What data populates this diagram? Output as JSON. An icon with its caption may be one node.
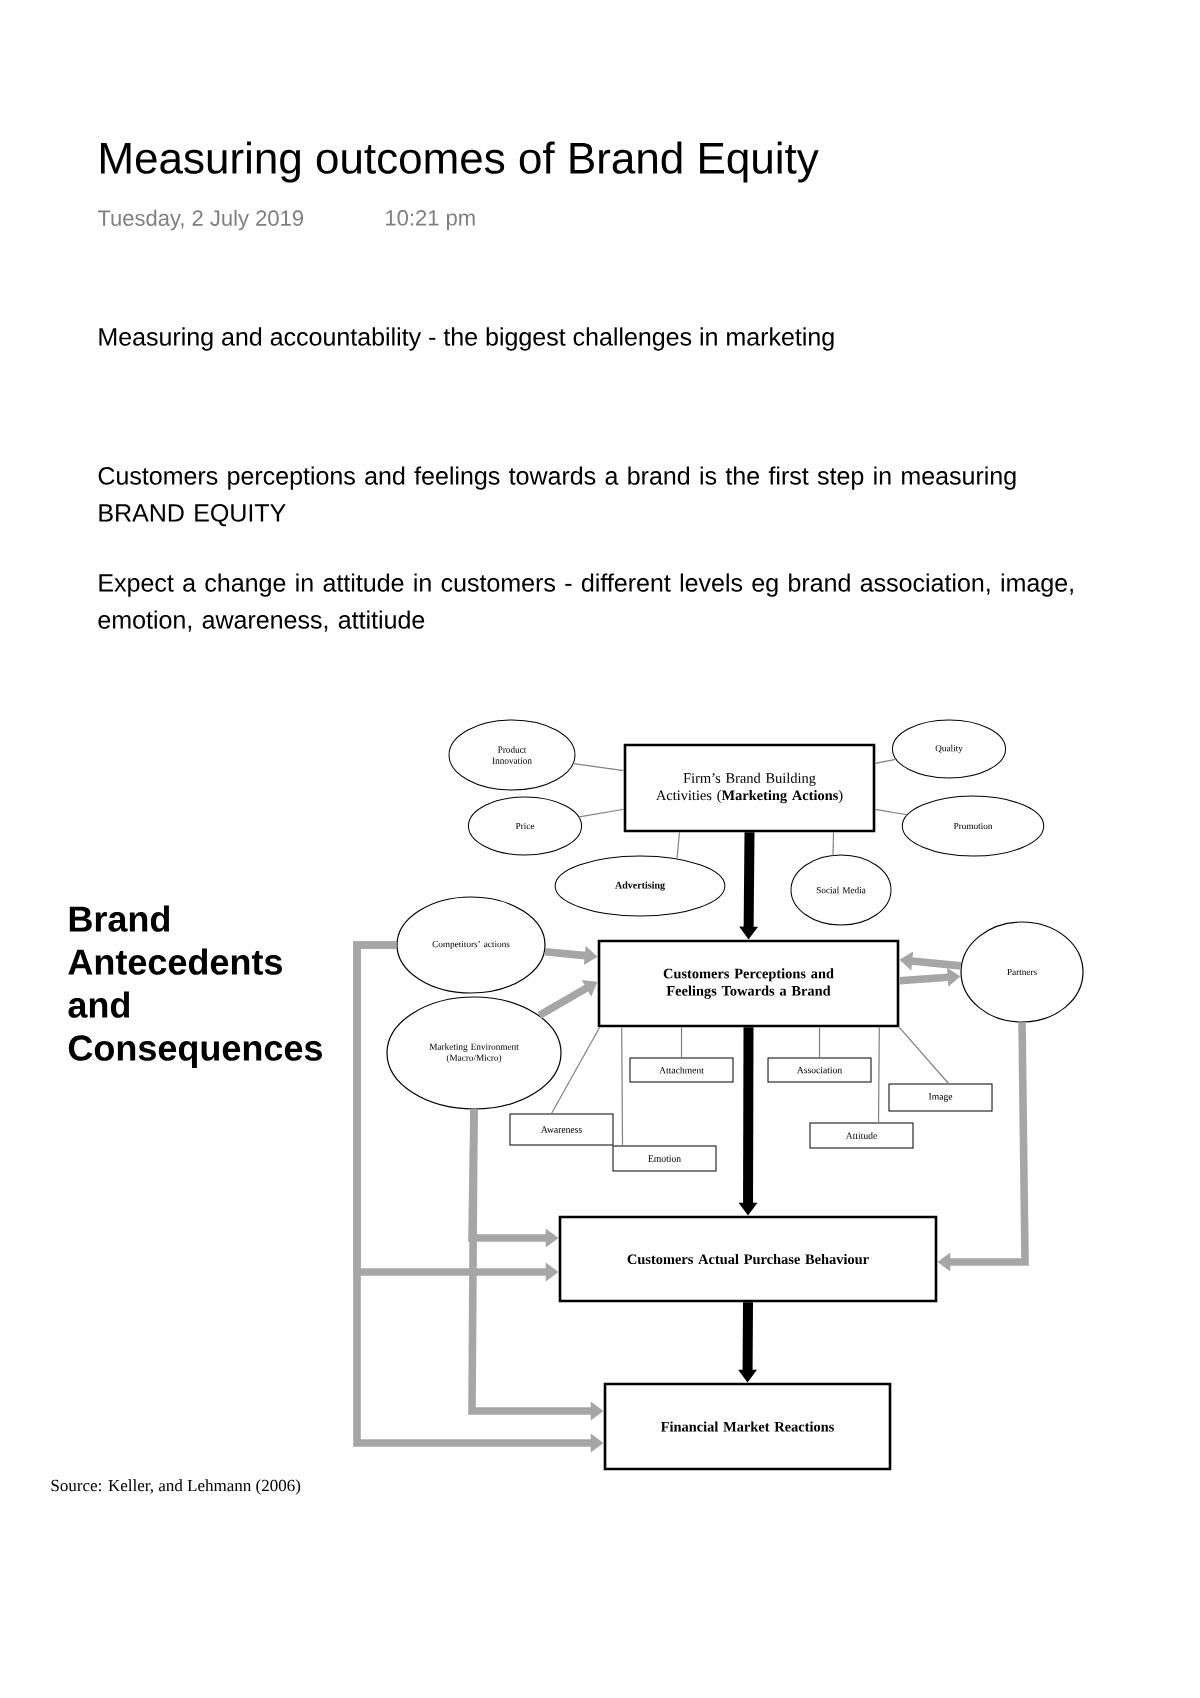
{
  "diagram": {
    "title": "Measuring outcomes of Brand Equity",
    "caption": "Source: Keller, and Lehmann (2006)",
    "nodes": [
      {
        "text": [
          "Firm’s Brand Building Activities (**Marketing Actions**)"
        ]
      },
      {
        "text": [
          "Product Innovation"
        ]
      },
      {
        "text": [
          "Price"
        ]
      },
      {
        "text": [
          "Advertising"
        ]
      },
      {
        "text": [
          "Social Media"
        ]
      },
      {
        "text": [
          "Quality"
        ]
      },
      {
        "text": [
          "Promotion"
        ]
      },
      {
        "text": [
          "Customers Perceptions and Feelings Towards a Brand"
        ]
      },
      {
        "text": [
          "Competitors’ actions"
        ]
      },
      {
        "text": [
          "Marketing Environment (Macro/Micro)"
        ]
      },
      {
        "text": [
          "Partners"
        ]
      },
      {
        "text": [
          "Attachment"
        ]
      },
      {
        "text": [
          "Association"
        ]
      },
      {
        "text": [
          "Image"
        ]
      },
      {
        "text": [
          "Awareness"
        ]
      },
      {
        "text": [
          "Emotion"
        ]
      },
      {
        "text": [
          "Attitude"
        ]
      },
      {
        "text": [
          "Customers Actual Purchase Behaviour"
        ]
      },
      {
        "text": [
          "Financial Market Reactions"
        ]
      }
    ],
    "edges": [
      {
        "from": 1,
        "to": 0,
        "arrow": "none"
      },
      {
        "from": 2,
        "to": 0,
        "arrow": "none"
      },
      {
        "from": 3,
        "to": 0,
        "arrow": "none"
      },
      {
        "from": 4,
        "to": 0,
        "arrow": "none"
      },
      {
        "from": 5,
        "to": 0,
        "arrow": "none"
      },
      {
        "from": 6,
        "to": 0,
        "arrow": "none"
      },
      {
        "from": 0,
        "to": 7,
        "arrow": "to",
        "style": "thick",
        "color": "#000000"
      },
      {
        "from": 8,
        "to": 7,
        "arrow": "to",
        "style": "thick",
        "color": "#a6a6a6"
      },
      {
        "from": 9,
        "to": 7,
        "arrow": "to",
        "style": "thick",
        "color": "#a6a6a6"
      },
      {
        "from": 7,
        "to": 10,
        "arrow": "to",
        "style": "thick",
        "color": "#a6a6a6"
      },
      {
        "from": 10,
        "to": 7,
        "arrow": "to",
        "style": "thick",
        "color": "#a6a6a6"
      },
      {
        "from": 7,
        "to": 11,
        "arrow": "none"
      },
      {
        "from": 7,
        "to": 12,
        "arrow": "none"
      },
      {
        "from": 7,
        "to": 13,
        "arrow": "none"
      },
      {
        "from": 7,
        "to": 14,
        "arrow": "none"
      },
      {
        "from": 7,
        "to": 15,
        "arrow": "none"
      },
      {
        "from": 7,
        "to": 16,
        "arrow": "none"
      },
      {
        "from": 7,
        "to": 17,
        "arrow": "to",
        "style": "thick",
        "color": "#000000"
      },
      {
        "from": 17,
        "to": 18,
        "arrow": "to",
        "style": "thick",
        "color": "#000000"
      },
      {
        "from": 8,
        "to": 17,
        "arrow": "to",
        "style": "thick",
        "color": "#a6a6a6"
      },
      {
        "from": 8,
        "to": 18,
        "arrow": "to",
        "style": "thick",
        "color": "#a6a6a6"
      },
      {
        "from": 9,
        "to": 17,
        "arrow": "to",
        "style": "thick",
        "color": "#a6a6a6"
      },
      {
        "from": 9,
        "to": 18,
        "arrow": "to",
        "style": "thick",
        "color": "#a6a6a6"
      },
      {
        "from": 10,
        "to": 17,
        "arrow": "to",
        "style": "thick",
        "color": "#a6a6a6"
      }
    ],
    "labels": [
      "Tuesday, 2 July 2019",
      "10:21 pm",
      "Measuring and accountability - the biggest challenges in marketing",
      "Customers perceptions and feelings towards a brand is the first step in measuring BRAND EQUITY",
      "Expect a change in attitude in customers - different levels eg brand association, image, emotion, awareness, attitiude",
      "Brand Antecedents and Consequences"
    ]
  }
}
